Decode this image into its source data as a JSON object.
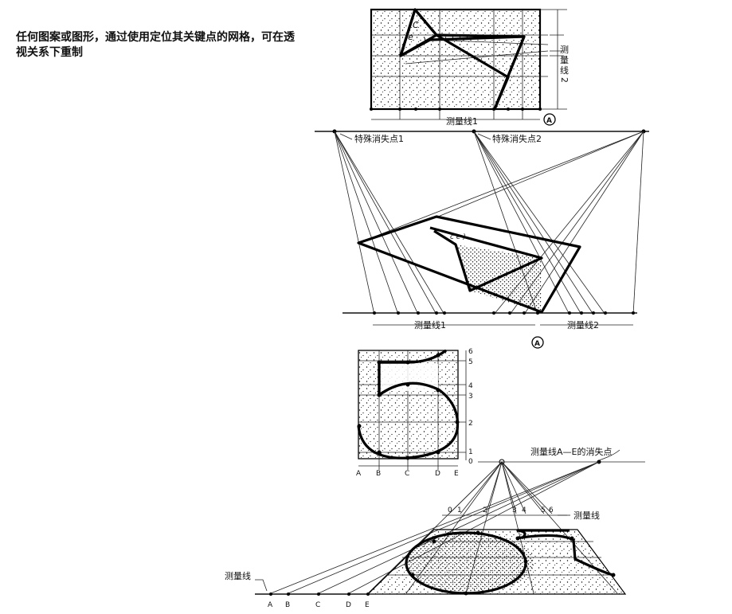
{
  "caption": "任何图案或图形，通过使用定位其关键点的网格，可在透视关系下重制",
  "fig1": {
    "measure_line_1": "测量线1",
    "measure_line_2_chars": [
      "测",
      "量",
      "线",
      "2"
    ],
    "point_a": "A"
  },
  "fig2": {
    "vp1": "特殊消失点1",
    "vp2": "特殊消失点2",
    "measure_line_1": "测量线1",
    "measure_line_2": "测量线2",
    "point_a": "A"
  },
  "fig3": {
    "right_labels": [
      "6",
      "5",
      "4",
      "3",
      "2",
      "1",
      "0"
    ],
    "bottom_labels": [
      "A",
      "B",
      "C",
      "D",
      "E"
    ]
  },
  "fig4": {
    "vp_label": "测量线A—E的消失点",
    "measure_line_top": "测量线",
    "measure_line_bottom": "测量线",
    "top_numbers": [
      "0",
      "1",
      "2",
      "3",
      "4",
      "5",
      "6"
    ],
    "bottom_letters": [
      "A",
      "B",
      "C",
      "D",
      "E"
    ]
  }
}
